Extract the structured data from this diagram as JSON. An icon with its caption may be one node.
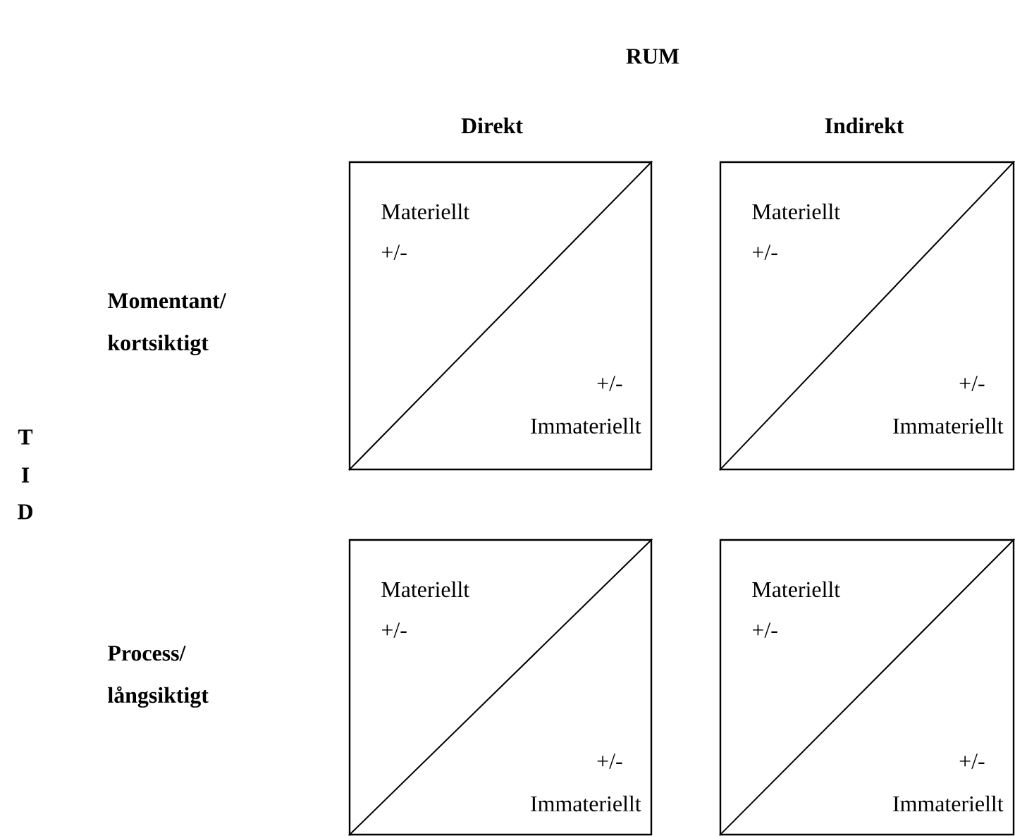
{
  "diagram": {
    "nodes": [
      {
        "text": [
          "Materiellt",
          "+/-",
          "+/-",
          "Immateriellt"
        ]
      },
      {
        "text": [
          "Materiellt",
          "+/-",
          "+/-",
          "Immateriellt"
        ]
      },
      {
        "text": [
          "Materiellt",
          "+/-",
          "+/-",
          "Immateriellt"
        ]
      },
      {
        "text": [
          "Materiellt",
          "+/-",
          "+/-",
          "Immateriellt"
        ]
      }
    ],
    "labels": [
      "RUM",
      "Direkt",
      "Indirekt",
      "Momentant/ kortsiktigt",
      "T",
      "I",
      "D",
      "Process/ långsiktigt"
    ]
  }
}
